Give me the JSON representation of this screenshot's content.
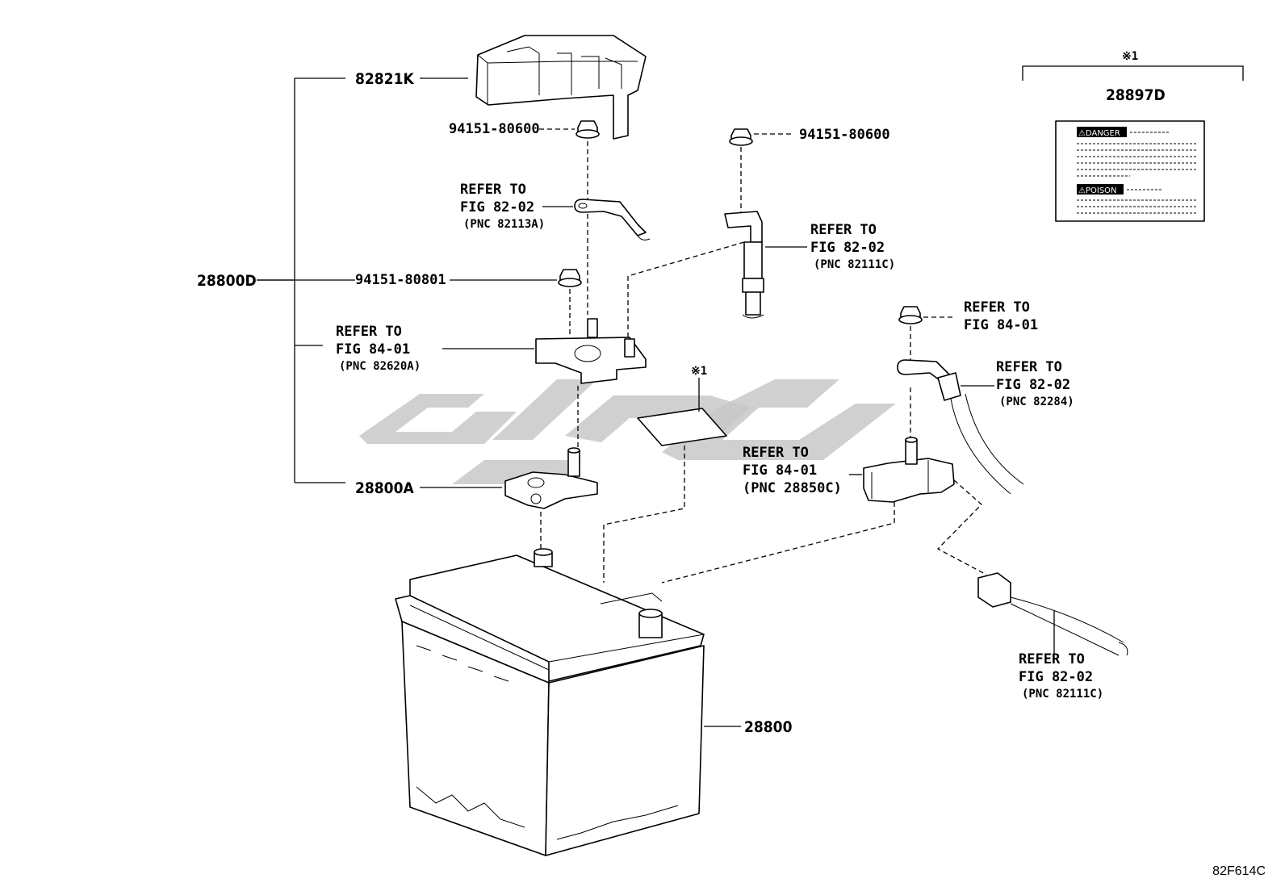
{
  "labels": {
    "cover_pn": "82821K",
    "nut_top_pn": "94151-80600",
    "nut_right_pn": "94151-80600",
    "assy_pn": "28800D",
    "nut_mid_pn": "94151-80801",
    "clamp_pn": "28800A",
    "battery_pn": "28800",
    "label_pn": "28897D",
    "note_mark": "※1",
    "note_mark_small": "※1"
  },
  "refs": {
    "r1": {
      "l1": "REFER TO",
      "l2": "FIG 82-02",
      "l3": "(PNC 82113A)"
    },
    "r2": {
      "l1": "REFER TO",
      "l2": "FIG 82-02",
      "l3": "(PNC 82111C)"
    },
    "r3": {
      "l1": "REFER TO",
      "l2": "FIG 84-01",
      "l3": "(PNC 82620A)"
    },
    "r4": {
      "l1": "REFER TO",
      "l2": "FIG 84-01"
    },
    "r5": {
      "l1": "REFER TO",
      "l2": "FIG 82-02",
      "l3": "(PNC 82284)"
    },
    "r6": {
      "l1": "REFER TO",
      "l2": "FIG 84-01",
      "l3": "(PNC 28850C)"
    },
    "r7": {
      "l1": "REFER TO",
      "l2": "FIG 82-02",
      "l3": "(PNC 82111C)"
    }
  },
  "warning_label": {
    "danger": "⚠DANGER",
    "poison": "⚠POISON"
  },
  "figure_code": "82F614C"
}
